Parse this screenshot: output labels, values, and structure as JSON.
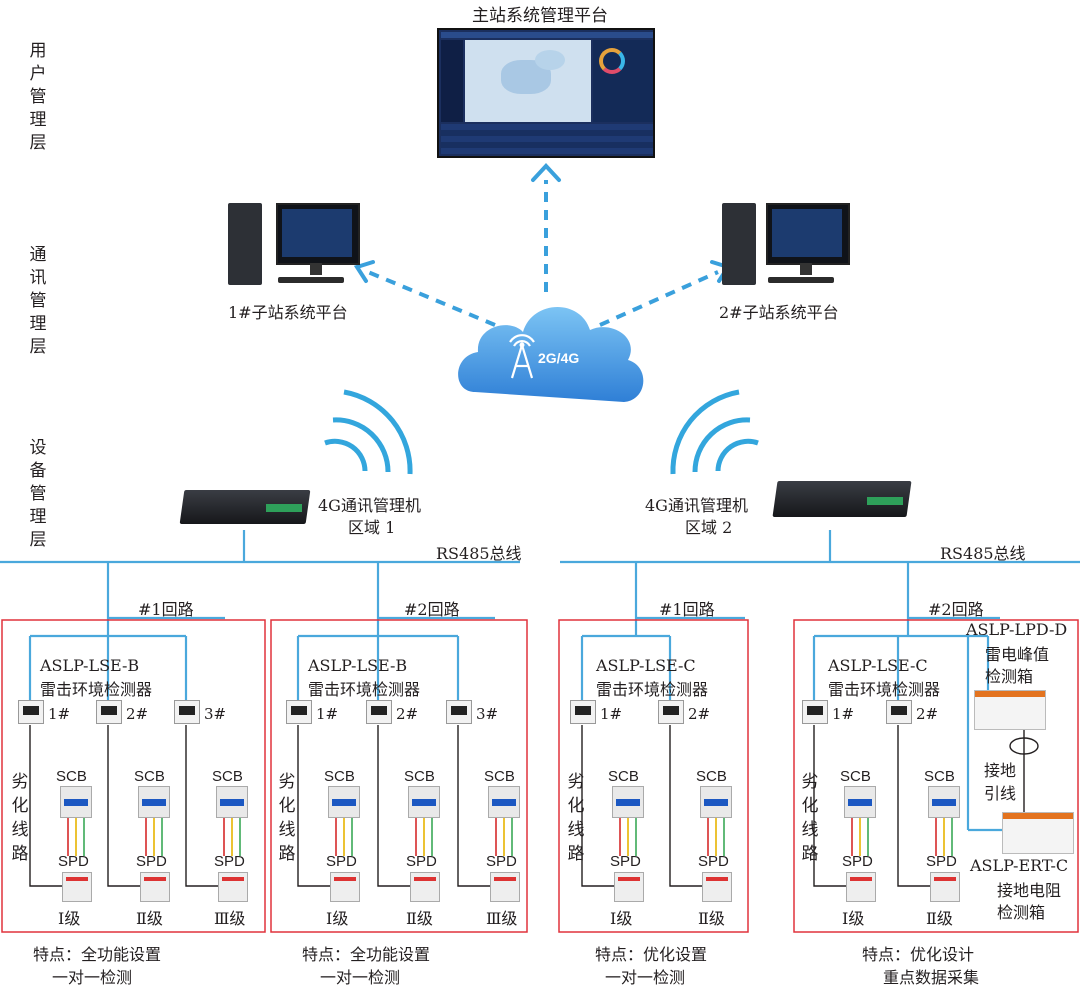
{
  "layers": {
    "user": "用户管理层",
    "comm": "通讯管理层",
    "device": "设备管理层"
  },
  "top": {
    "master_platform": "主站系统管理平台",
    "sub1": "1#子站系统平台",
    "sub2": "2#子站系统平台",
    "cloud_label": "2G/4G"
  },
  "gateways": [
    {
      "line1": "4G通讯管理机",
      "line2": "区域 1",
      "bus": "RS485总线"
    },
    {
      "line1": "4G通讯管理机",
      "line2": "区域 2",
      "bus": "RS485总线"
    }
  ],
  "groups": [
    {
      "loop": "#1回路",
      "model": "ASLP-LSE-B",
      "name": "雷击环境检测器",
      "meters": [
        "1#",
        "2#",
        "3#"
      ],
      "levels": [
        "Ⅰ级",
        "Ⅱ级",
        "Ⅲ级"
      ],
      "feature1": "特点：全功能设置",
      "feature2": "一对一检测"
    },
    {
      "loop": "#2回路",
      "model": "ASLP-LSE-B",
      "name": "雷击环境检测器",
      "meters": [
        "1#",
        "2#",
        "3#"
      ],
      "levels": [
        "Ⅰ级",
        "Ⅱ级",
        "Ⅲ级"
      ],
      "feature1": "特点：全功能设置",
      "feature2": "一对一检测"
    },
    {
      "loop": "#1回路",
      "model": "ASLP-LSE-C",
      "name": "雷击环境检测器",
      "meters": [
        "1#",
        "2#"
      ],
      "levels": [
        "Ⅰ级",
        "Ⅱ级"
      ],
      "feature1": "特点：优化设置",
      "feature2": "一对一检测"
    },
    {
      "loop": "#2回路",
      "model": "ASLP-LSE-C",
      "name": "雷击环境检测器",
      "meters": [
        "1#",
        "2#"
      ],
      "levels": [
        "Ⅰ级",
        "Ⅱ级"
      ],
      "feature1": "特点：优化设计",
      "feature2": "重点数据采集"
    }
  ],
  "common": {
    "scb": "SCB",
    "spd": "SPD",
    "degraded_line": "劣化线路"
  },
  "extra": {
    "lpd_model": "ASLP-LPD-D",
    "lpd_name1": "雷电峰值",
    "lpd_name2": "检测箱",
    "ground_lead1": "接地",
    "ground_lead2": "引线",
    "ert_model": "ASLP-ERT-C",
    "ert_name1": "接地电阻",
    "ert_name2": "检测箱"
  },
  "colors": {
    "bus": "#4aa8dc",
    "arrow": "#3aa0dc",
    "box": "#e0323c",
    "cloud": "#3f8fe0"
  }
}
